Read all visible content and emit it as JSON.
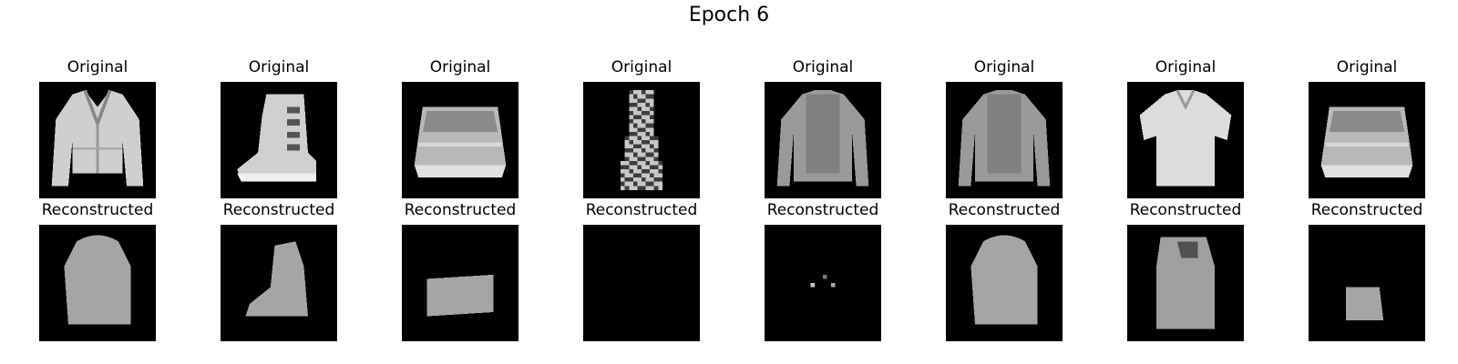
{
  "figure": {
    "title": "Epoch 6"
  },
  "rows": {
    "original_label": "Original",
    "reconstructed_label": "Reconstructed"
  },
  "panels": [
    {
      "original": "jacket",
      "reconstructed": "blurred-blob"
    },
    {
      "original": "ankle-boot",
      "reconstructed": "blurred-boot"
    },
    {
      "original": "bag",
      "reconstructed": "blurred-bag"
    },
    {
      "original": "dress",
      "reconstructed": "blank"
    },
    {
      "original": "pullover",
      "reconstructed": "faint-dots"
    },
    {
      "original": "pullover",
      "reconstructed": "blurred-blob"
    },
    {
      "original": "shirt",
      "reconstructed": "blurred-shirt"
    },
    {
      "original": "bag",
      "reconstructed": "small-blob"
    }
  ],
  "colors": {
    "background": "#ffffff",
    "image_background": "#000000",
    "garment_light": "#d8d8d8",
    "garment_mid": "#a8a8a8"
  }
}
